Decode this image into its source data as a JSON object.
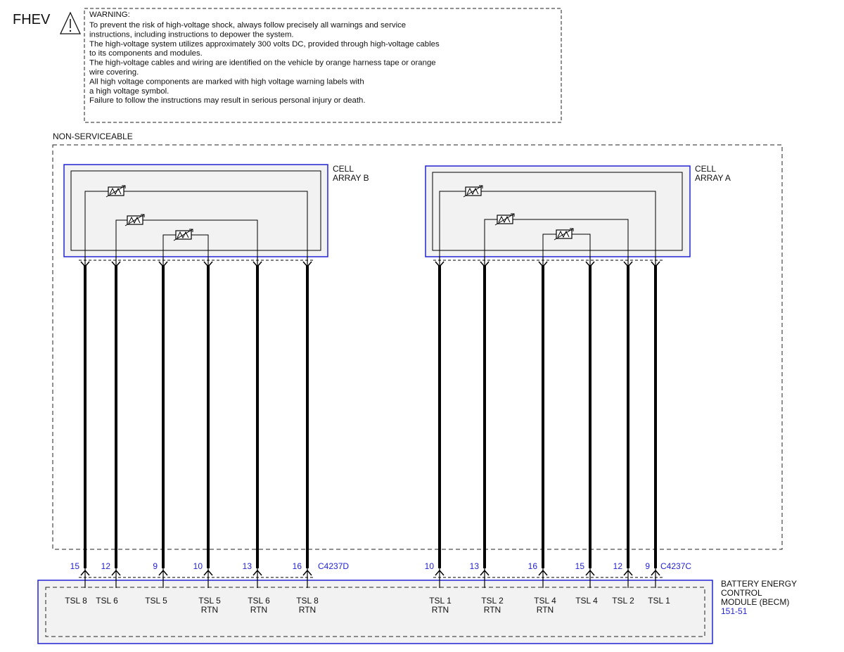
{
  "title": "FHEV",
  "warning": {
    "heading": "WARNING:",
    "lines": [
      "To prevent the risk of high-voltage shock, always follow precisely all warnings and service",
      "instructions, including instructions to depower the system.",
      "The high-voltage system utilizes approximately 300 volts DC, provided through high-voltage cables",
      "to its components and modules.",
      "The high-voltage cables and wiring are identified on the vehicle by orange harness tape or orange",
      "wire covering.",
      "All high voltage components are marked with high voltage warning labels with",
      "a high voltage symbol.",
      "Failure to follow the instructions may result in serious personal injury or death."
    ]
  },
  "non_serviceable_label": "NON-SERVICEABLE",
  "cell_array_b": {
    "line1": "CELL",
    "line2": "ARRAY B"
  },
  "cell_array_a": {
    "line1": "CELL",
    "line2": "ARRAY A"
  },
  "connector_d": {
    "id": "C4237D",
    "pins": [
      "15",
      "12",
      "9",
      "10",
      "13",
      "16"
    ],
    "signals": [
      [
        "TSL 8"
      ],
      [
        "TSL 6"
      ],
      [
        "TSL 5"
      ],
      [
        "TSL 5",
        "RTN"
      ],
      [
        "TSL 6",
        "RTN"
      ],
      [
        "TSL 8",
        "RTN"
      ]
    ]
  },
  "connector_c": {
    "id": "C4237C",
    "pins": [
      "10",
      "13",
      "16",
      "15",
      "12",
      "9"
    ],
    "signals": [
      [
        "TSL 1",
        "RTN"
      ],
      [
        "TSL 2",
        "RTN"
      ],
      [
        "TSL 4",
        "RTN"
      ],
      [
        "TSL 4"
      ],
      [
        "TSL 2"
      ],
      [
        "TSL 1"
      ]
    ]
  },
  "becm": {
    "lines": [
      "BATTERY ENERGY",
      "CONTROL",
      "MODULE (BECM)"
    ],
    "ref": "151-51"
  },
  "colors": {
    "accent_blue": "#2323d6",
    "wire": "#000000",
    "fill": "#f2f2f2"
  },
  "icons": [
    "warning-triangle-icon",
    "thermistor-icon"
  ]
}
